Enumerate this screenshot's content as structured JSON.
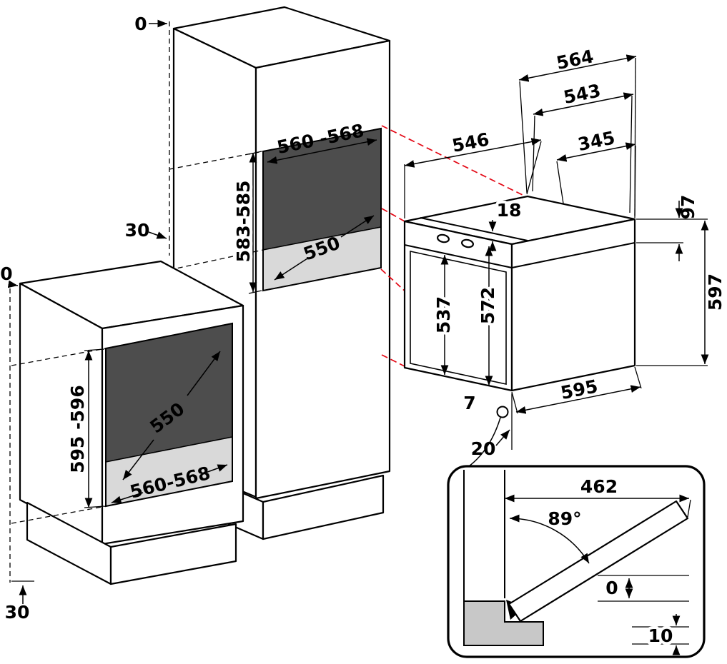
{
  "tall_cabinet": {
    "top_gap": "0",
    "rear_gap": "30",
    "niche_width": "560 -568",
    "niche_height": "583-585",
    "niche_depth": "550"
  },
  "base_cabinet": {
    "top_gap": "0",
    "bottom_gap": "30",
    "niche_depth": "550",
    "niche_height": "595 -596",
    "niche_width": "560-568"
  },
  "oven": {
    "width_back": "564",
    "width_front_frame": "543",
    "depth_total": "546",
    "depth_upper": "345",
    "panel_step": "18",
    "panel_height": "97",
    "height_body": "537",
    "height_front": "572",
    "height_total": "597",
    "width": "595",
    "protrusion": "7",
    "bottom_gap": "20"
  },
  "door_detail": {
    "open_depth": "462",
    "open_angle": "89°",
    "gap_zero": "0",
    "floor_gap": "10"
  },
  "colors": {
    "outline": "#000000",
    "niche_back": "#4d4d4d",
    "niche_floor": "#d9d9d9",
    "projection": "#e30613",
    "section_fill": "#c8c8c8"
  }
}
